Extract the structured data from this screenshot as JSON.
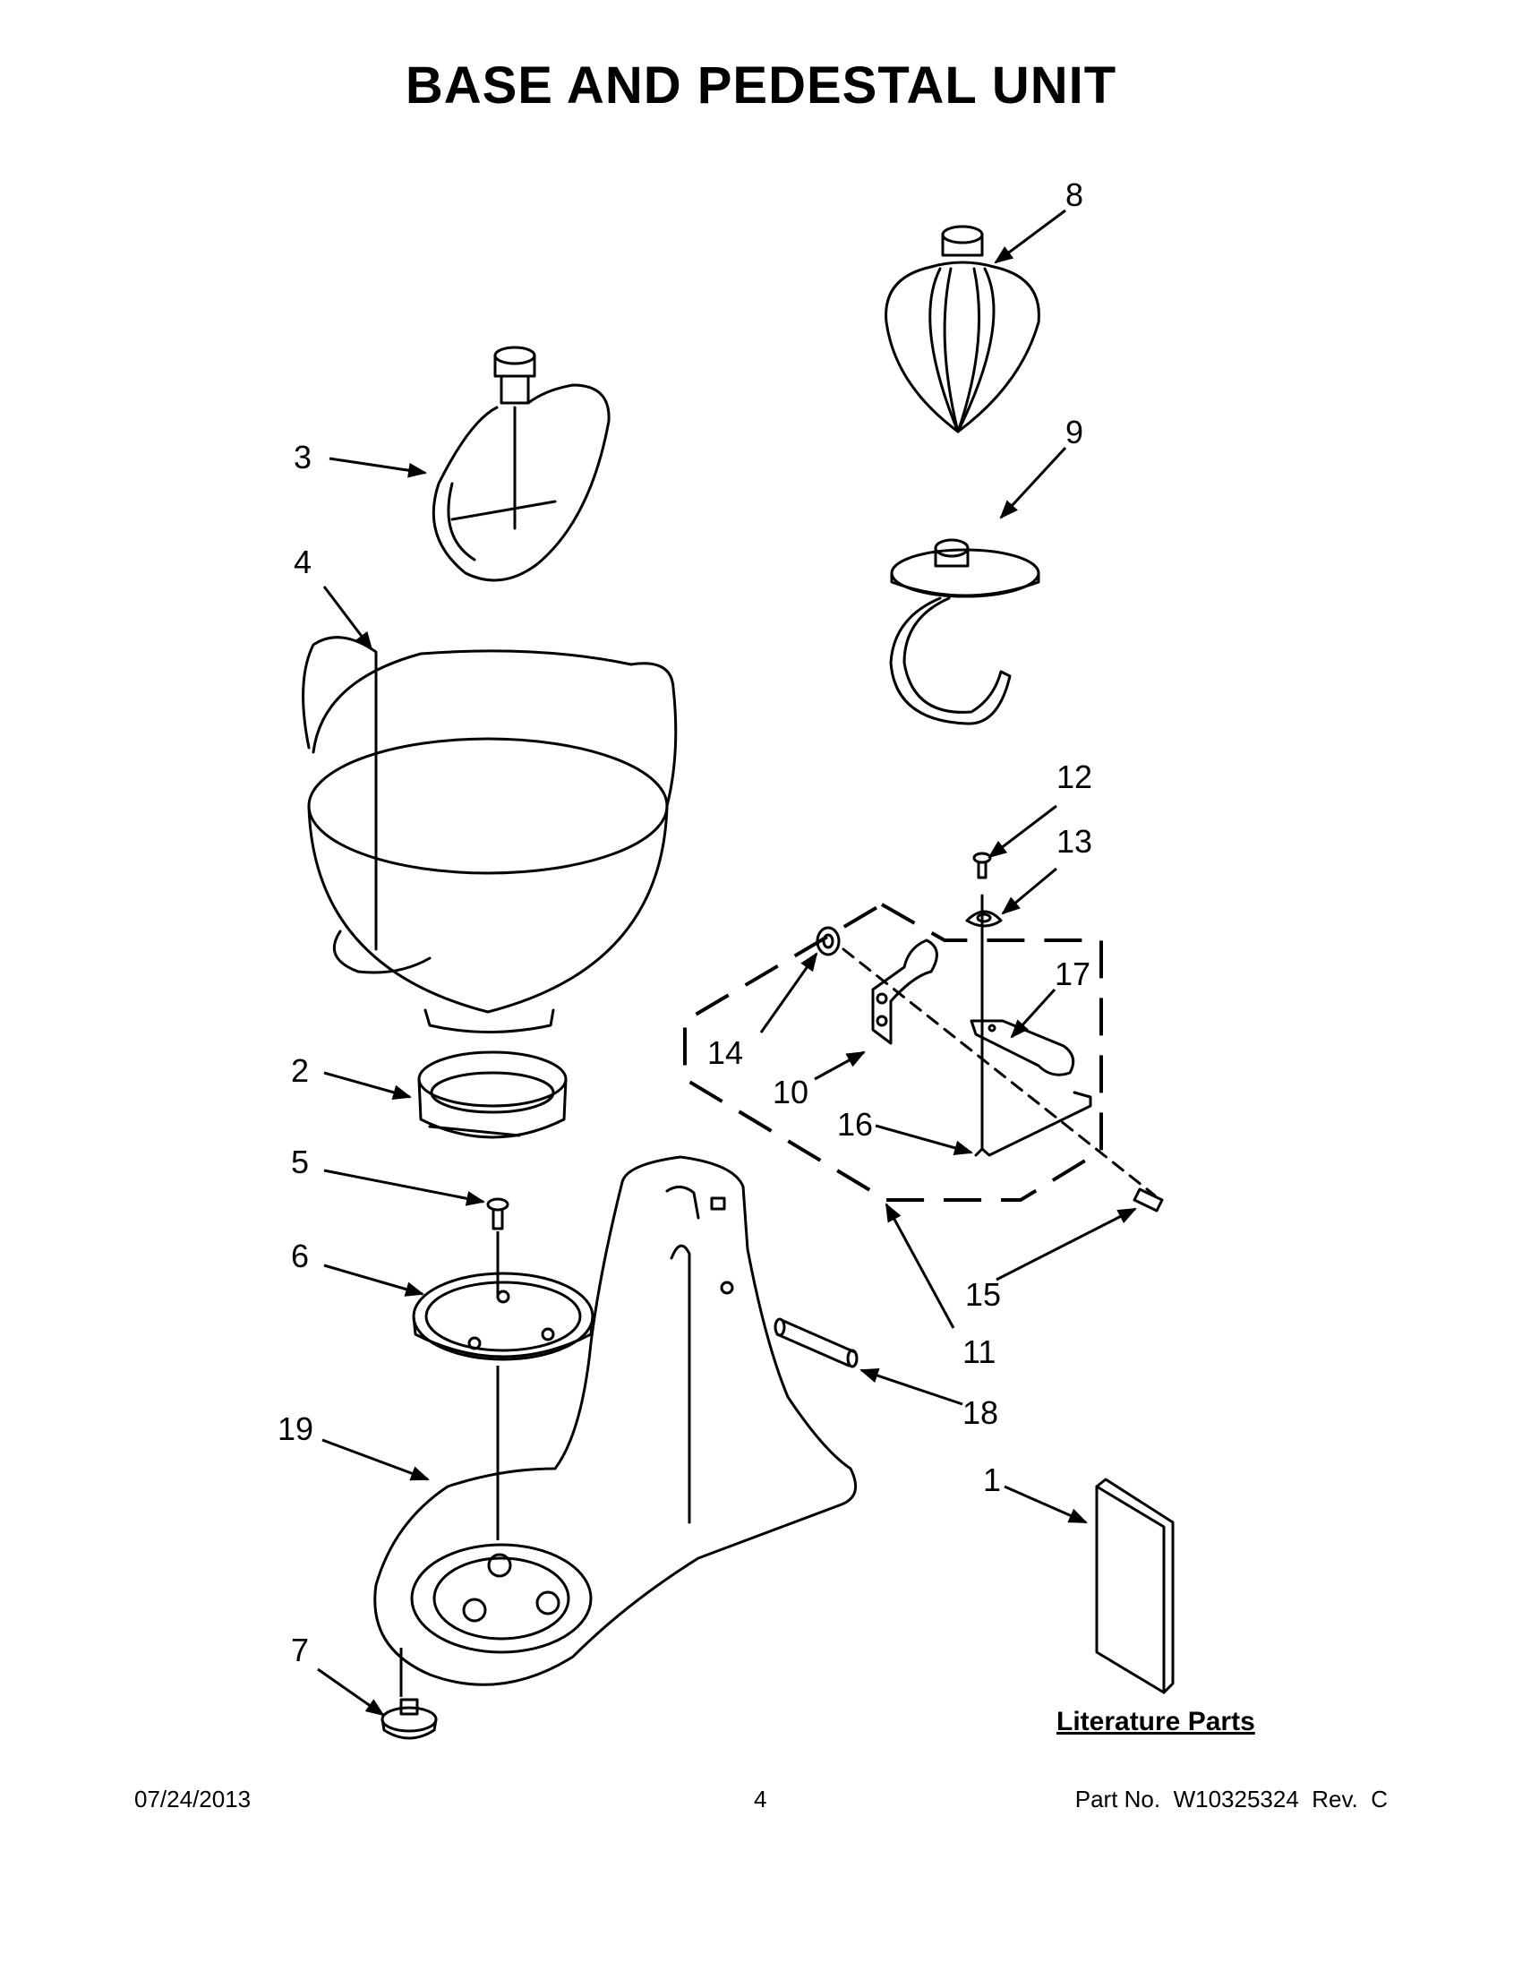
{
  "title": "BASE AND PEDESTAL UNIT",
  "callouts": {
    "c1": "1",
    "c2": "2",
    "c3": "3",
    "c4": "4",
    "c5": "5",
    "c6": "6",
    "c7": "7",
    "c8": "8",
    "c9": "9",
    "c10": "10",
    "c11": "11",
    "c12": "12",
    "c13": "13",
    "c14": "14",
    "c15": "15",
    "c16": "16",
    "c17": "17",
    "c18": "18",
    "c19": "19"
  },
  "literature_label": "Literature Parts",
  "footer": {
    "date": "07/24/2013",
    "page": "4",
    "part_number": "Part No.  W10325324  Rev.  C"
  }
}
